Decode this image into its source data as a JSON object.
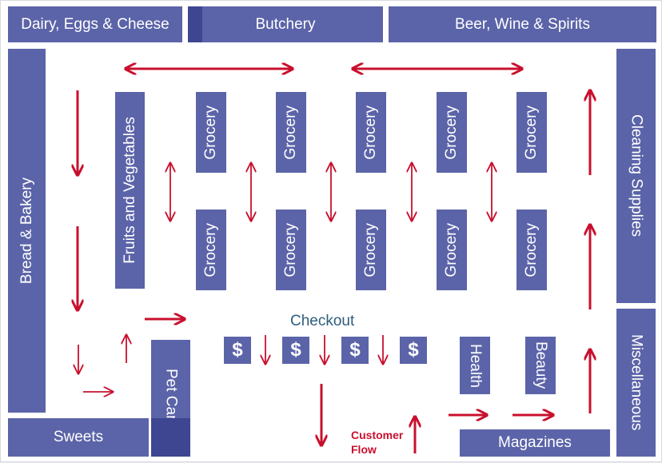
{
  "departments": {
    "dairy": "Dairy, Eggs & Cheese",
    "butchery": "Butchery",
    "beer": "Beer, Wine & Spirits",
    "bread": "Bread & Bakery",
    "fruits": "Fruits and Vegetables",
    "grocery": "Grocery",
    "cleaning": "Cleaning Supplies",
    "misc": "Miscellaneous",
    "sweets": "Sweets",
    "petcare": "Pet Care",
    "magazines": "Magazines",
    "health": "Health",
    "beauty": "Beauty"
  },
  "checkout": {
    "label": "Checkout",
    "symbol": "$"
  },
  "flow_label": {
    "line1": "Customer",
    "line2": "Flow"
  },
  "colors": {
    "department": "#5b64a8",
    "arrow": "#c8102e",
    "checkout_text": "#2e5d7e"
  }
}
